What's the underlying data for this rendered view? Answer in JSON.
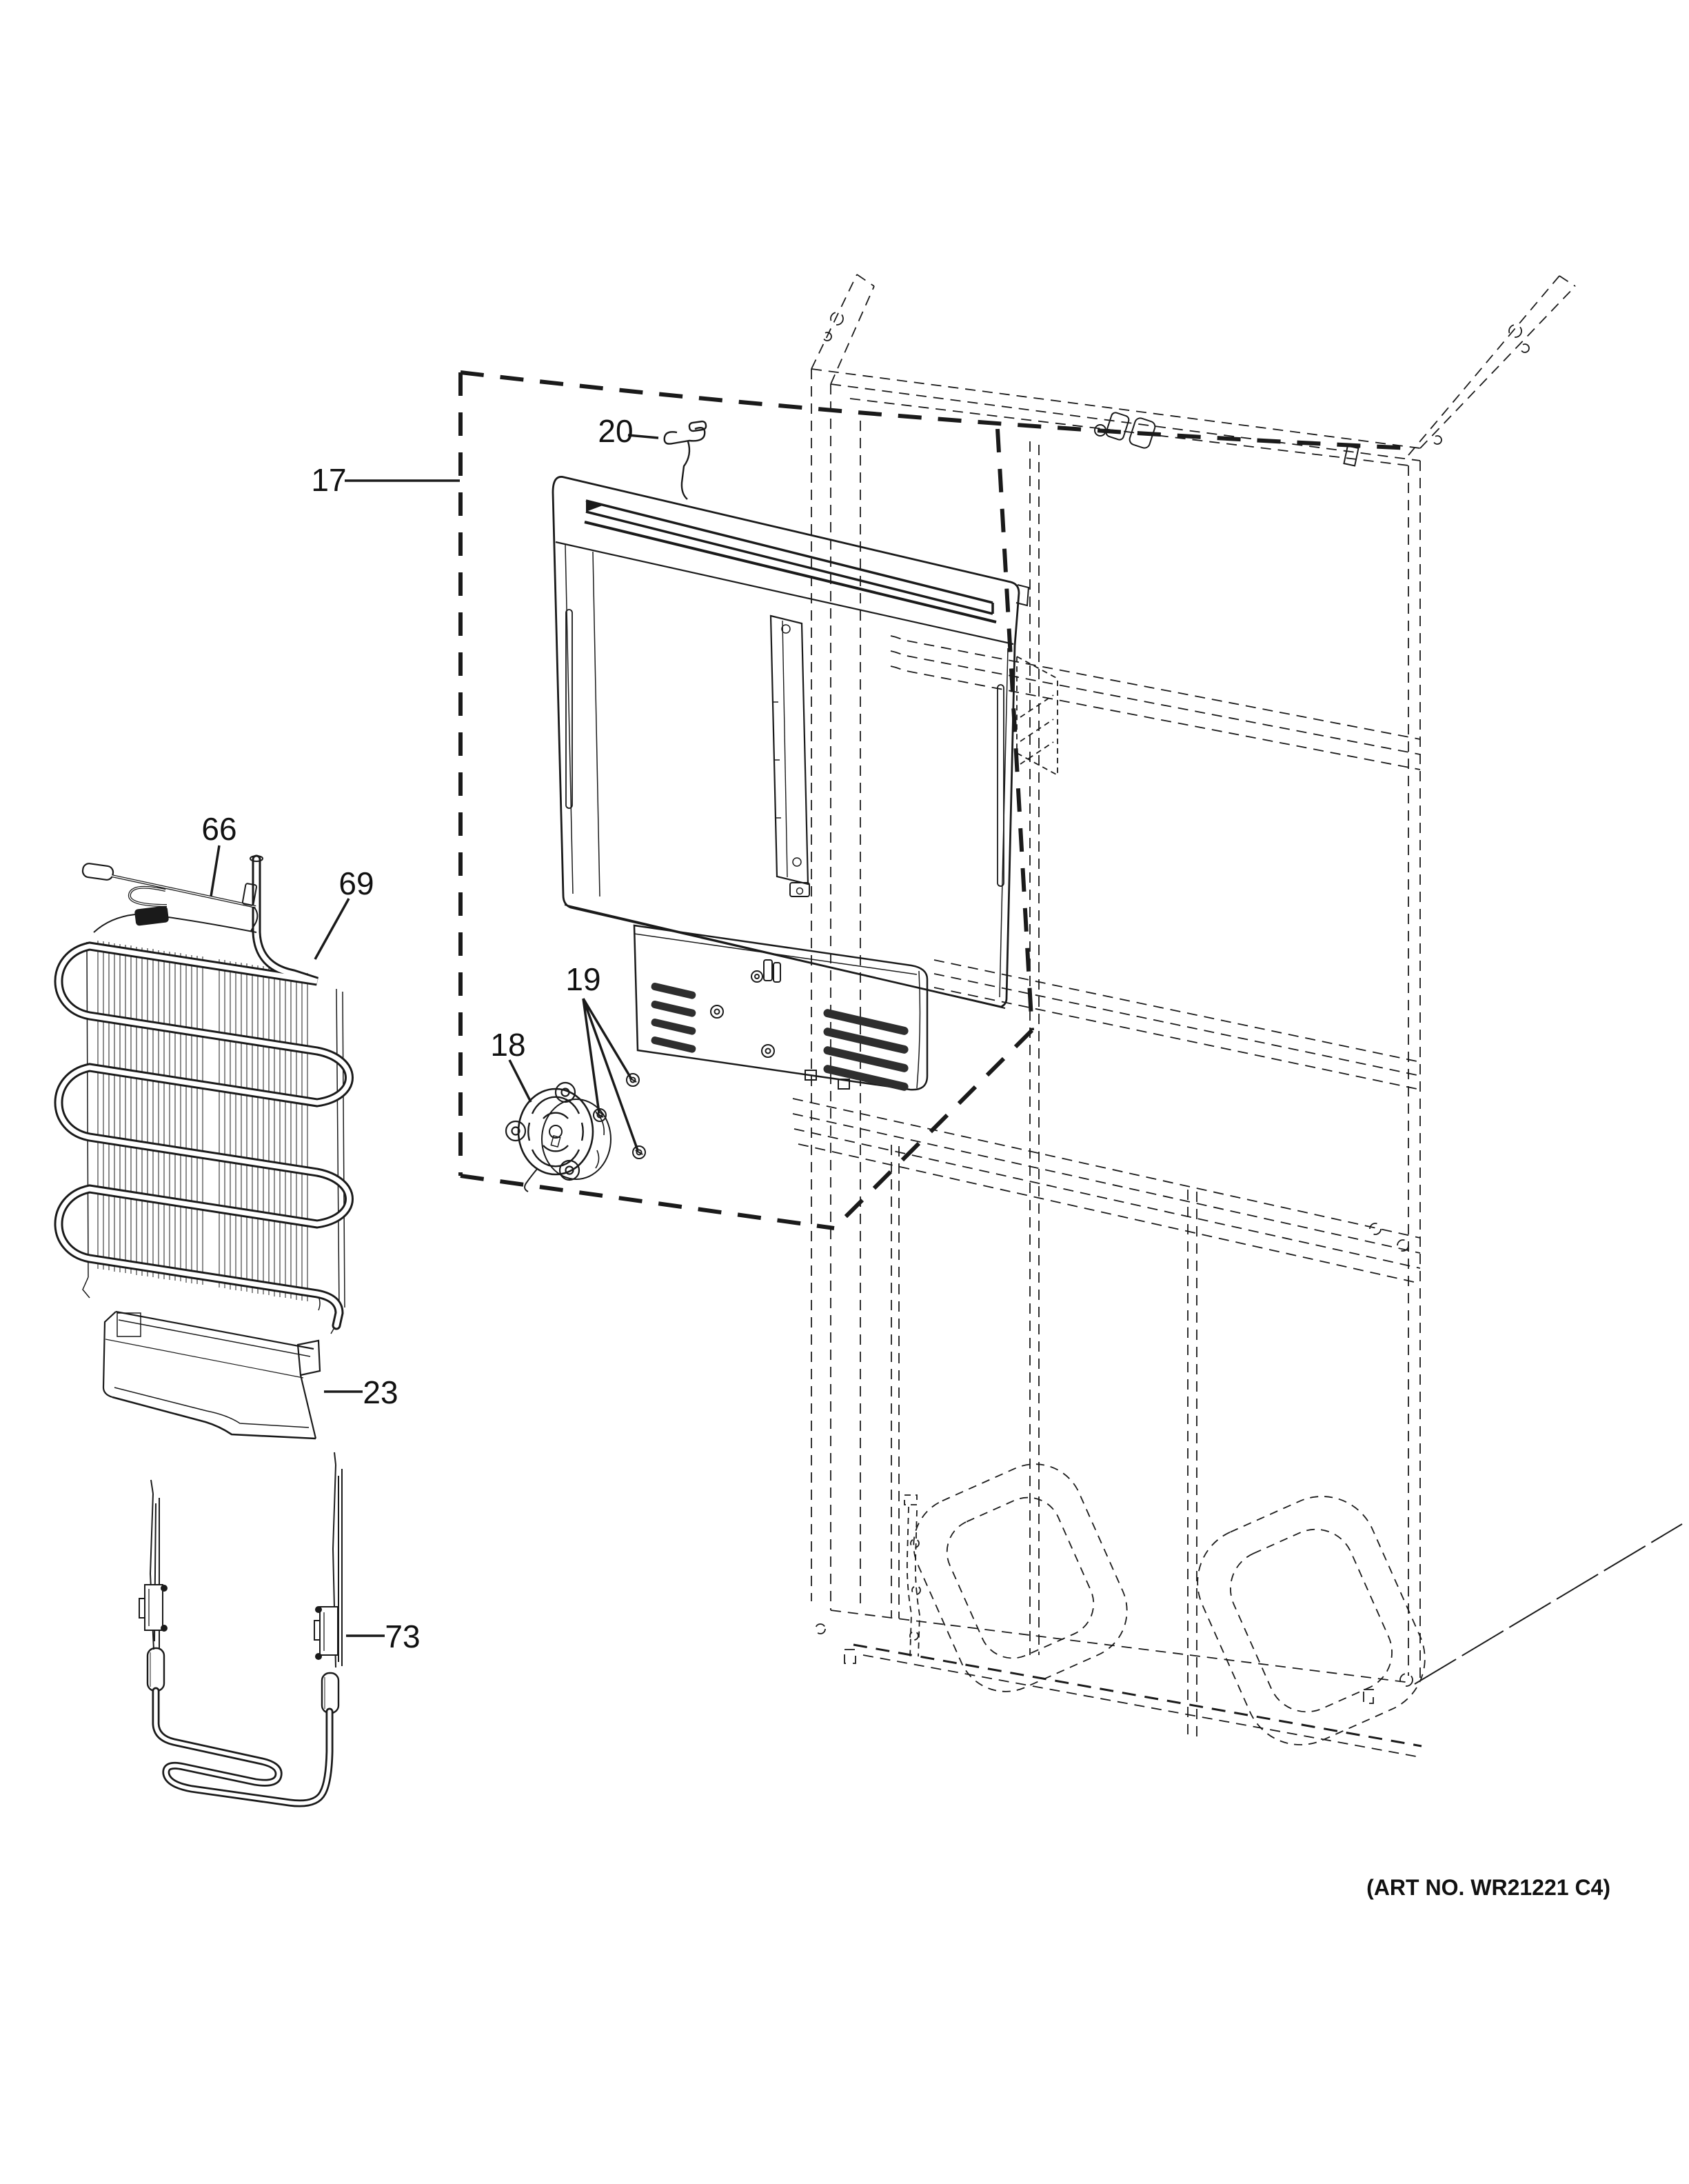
{
  "page": {
    "background": "#ffffff",
    "ink": "#1a1a1a"
  },
  "figure": {
    "type": "appliance-parts-exploded-diagram",
    "art_no": "(ART NO. WR21221 C4)",
    "callouts": [
      {
        "number": "17"
      },
      {
        "number": "18"
      },
      {
        "number": "19"
      },
      {
        "number": "20"
      },
      {
        "number": "23"
      },
      {
        "number": "66"
      },
      {
        "number": "69"
      },
      {
        "number": "73"
      }
    ]
  }
}
